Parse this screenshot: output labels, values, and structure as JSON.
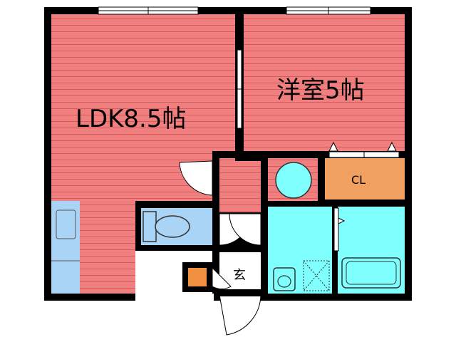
{
  "rooms": {
    "ldk": {
      "label": "LDK8.5帖"
    },
    "western": {
      "label": "洋室5帖"
    },
    "closet": {
      "label": "CL"
    },
    "entrance": {
      "label": "玄"
    }
  },
  "colors": {
    "floor_pink": "#f08080",
    "floor_pink_line": "#d85a5a",
    "wet_area": "#80ffff",
    "fixture_blue": "#aad4f5",
    "closet_orange": "#f0a060",
    "wall": "#000000",
    "entrance_floor": "#ffffff",
    "storage_orange": "#f09040"
  }
}
